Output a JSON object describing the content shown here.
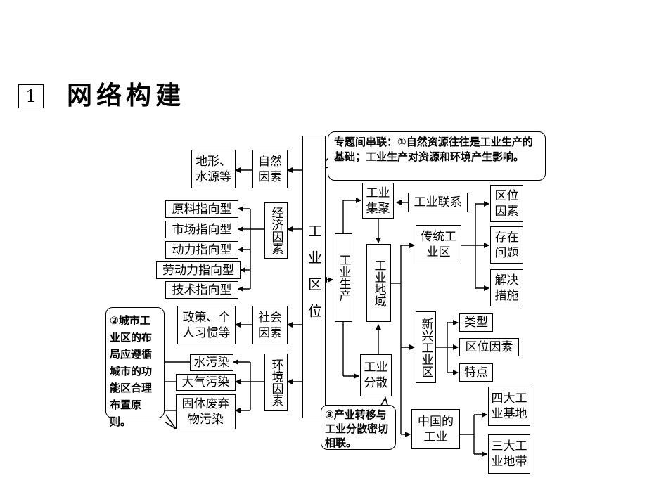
{
  "header": {
    "section_number": "1",
    "title": "网络构建"
  },
  "nodes": {
    "location": "工业区位",
    "terrain_water": "地形、水源等",
    "natural": "自然因素",
    "economic": "经济因素",
    "raw": "原料指向型",
    "market": "市场指向型",
    "power": "动力指向型",
    "labor": "劳动力指向型",
    "tech": "技术指向型",
    "social": "社会因素",
    "policy": "政策、个人习惯等",
    "env": "环境因素",
    "water_poll": "水污染",
    "air_poll": "大气污染",
    "solid_poll": "固体废弃物污染",
    "production": "工业生产",
    "agglomeration": "工业集聚",
    "linkage": "工业联系",
    "regional": "工业地域",
    "dispersion": "工业分散",
    "traditional": "传统工业区",
    "loc_factors": "区位因素",
    "problems": "存在问题",
    "solutions": "解决措施",
    "emerging": "新兴工业区",
    "types": "类型",
    "loc_factors2": "区位因素",
    "features": "特点",
    "china": "中国的工业",
    "bases": "四大工业基地",
    "belts": "三大工业地带"
  },
  "notes": {
    "note1": "专题间串联：①自然资源往往是工业生产的基础；工业生产对资源和环境产生影响。",
    "note2": "②城市工业区的布局应遵循城市的功能区合理布置原则。",
    "note3": "③产业转移与工业分散密切相联。"
  }
}
